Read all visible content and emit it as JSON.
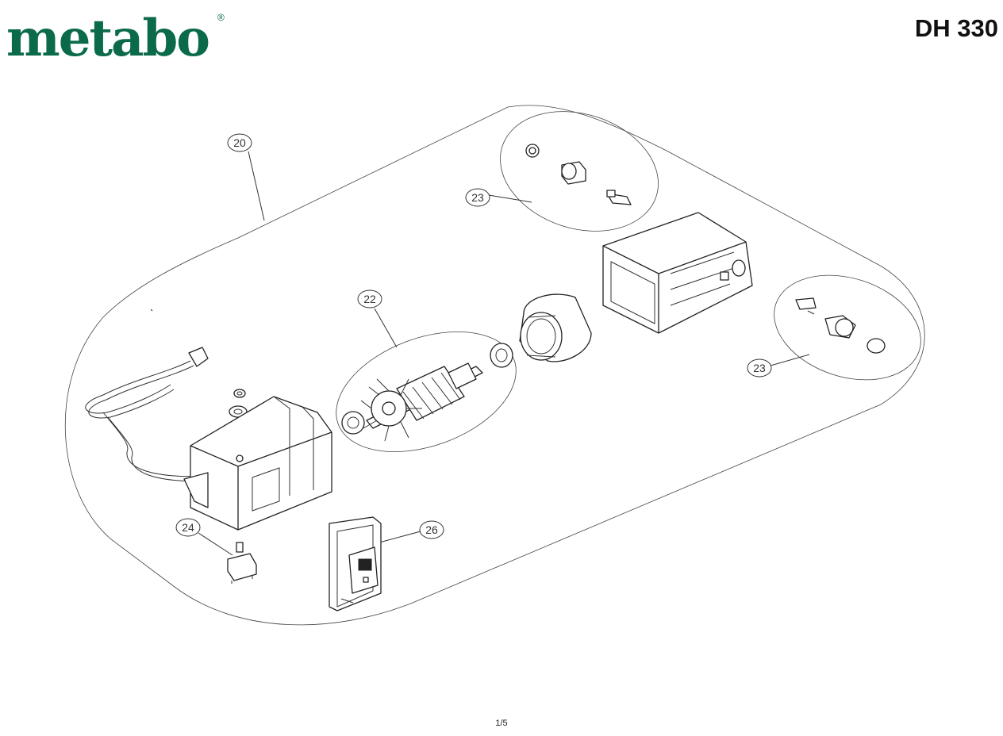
{
  "brand": {
    "logo_text": "metabo",
    "registered_mark": "®"
  },
  "model": "DH 330",
  "callouts": {
    "c20": "20",
    "c22": "22",
    "c23_top": "23",
    "c23_right": "23",
    "c24": "24",
    "c26": "26"
  },
  "page": "1/5"
}
